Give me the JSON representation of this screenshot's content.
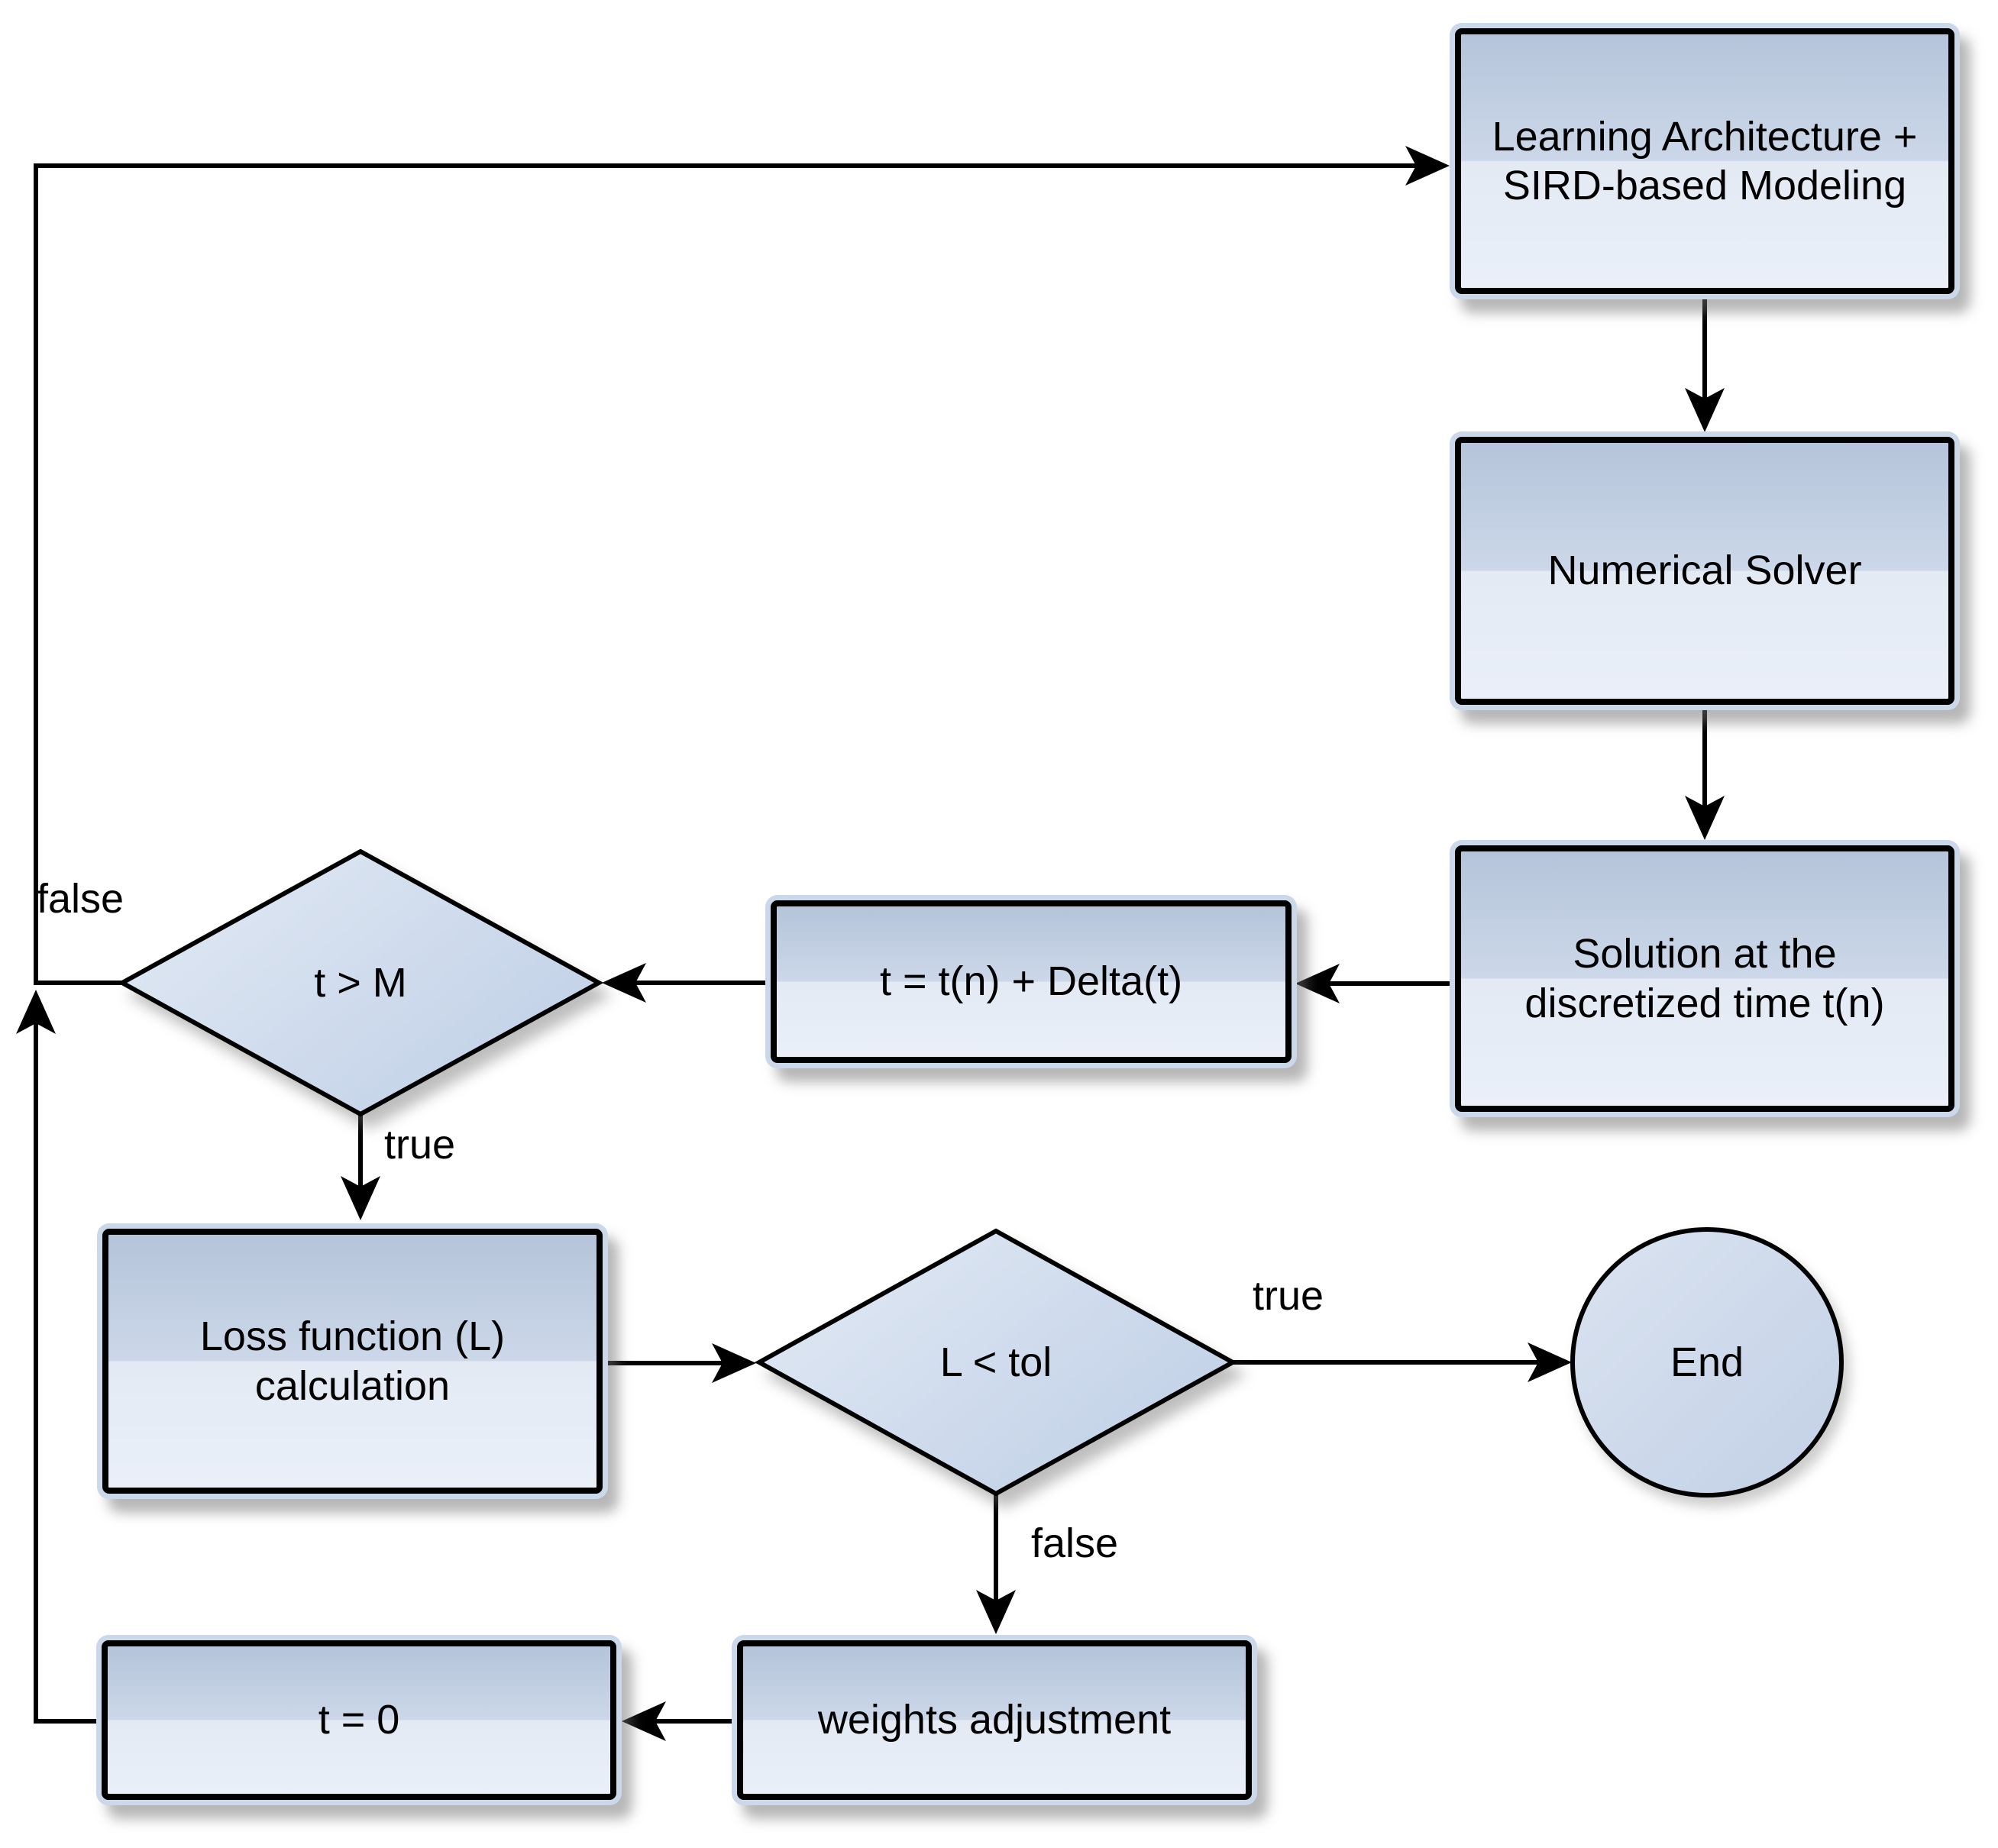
{
  "palette": {
    "background": "#ffffff",
    "line_color": "#000000",
    "node_border": "#000000",
    "node_frame": "#cbd8ea",
    "node_fill_top": "#b5c4da",
    "node_fill_upper_mid": "#ccd8e9",
    "node_fill_lower_mid": "#e3eaf4",
    "node_fill_bottom": "#eaeff8",
    "diamond_fill_light": "#e1e9f4",
    "diamond_fill_dark": "#bfcfe6",
    "text_color": "#000000"
  },
  "nodes": {
    "learning": {
      "label": "Learning Architecture +\nSIRD-based Modeling",
      "type": "process"
    },
    "solver": {
      "label": "Numerical Solver",
      "type": "process"
    },
    "solution": {
      "label": "Solution at the\ndiscretized time t(n)",
      "type": "process"
    },
    "time_update": {
      "label": "t = t(n) + Delta(t)",
      "type": "process"
    },
    "t_check": {
      "label": "t > M",
      "type": "decision"
    },
    "loss": {
      "label": "Loss function (L)\ncalculation",
      "type": "process"
    },
    "tol_check": {
      "label": "L < tol",
      "type": "decision"
    },
    "end": {
      "label": "End",
      "type": "terminator"
    },
    "weights": {
      "label": "weights adjustment",
      "type": "process"
    },
    "reset": {
      "label": "t = 0",
      "type": "process"
    }
  },
  "edge_labels": {
    "t_check_false": "false",
    "t_check_true": "true",
    "tol_check_true": "true",
    "tol_check_false": "false"
  }
}
